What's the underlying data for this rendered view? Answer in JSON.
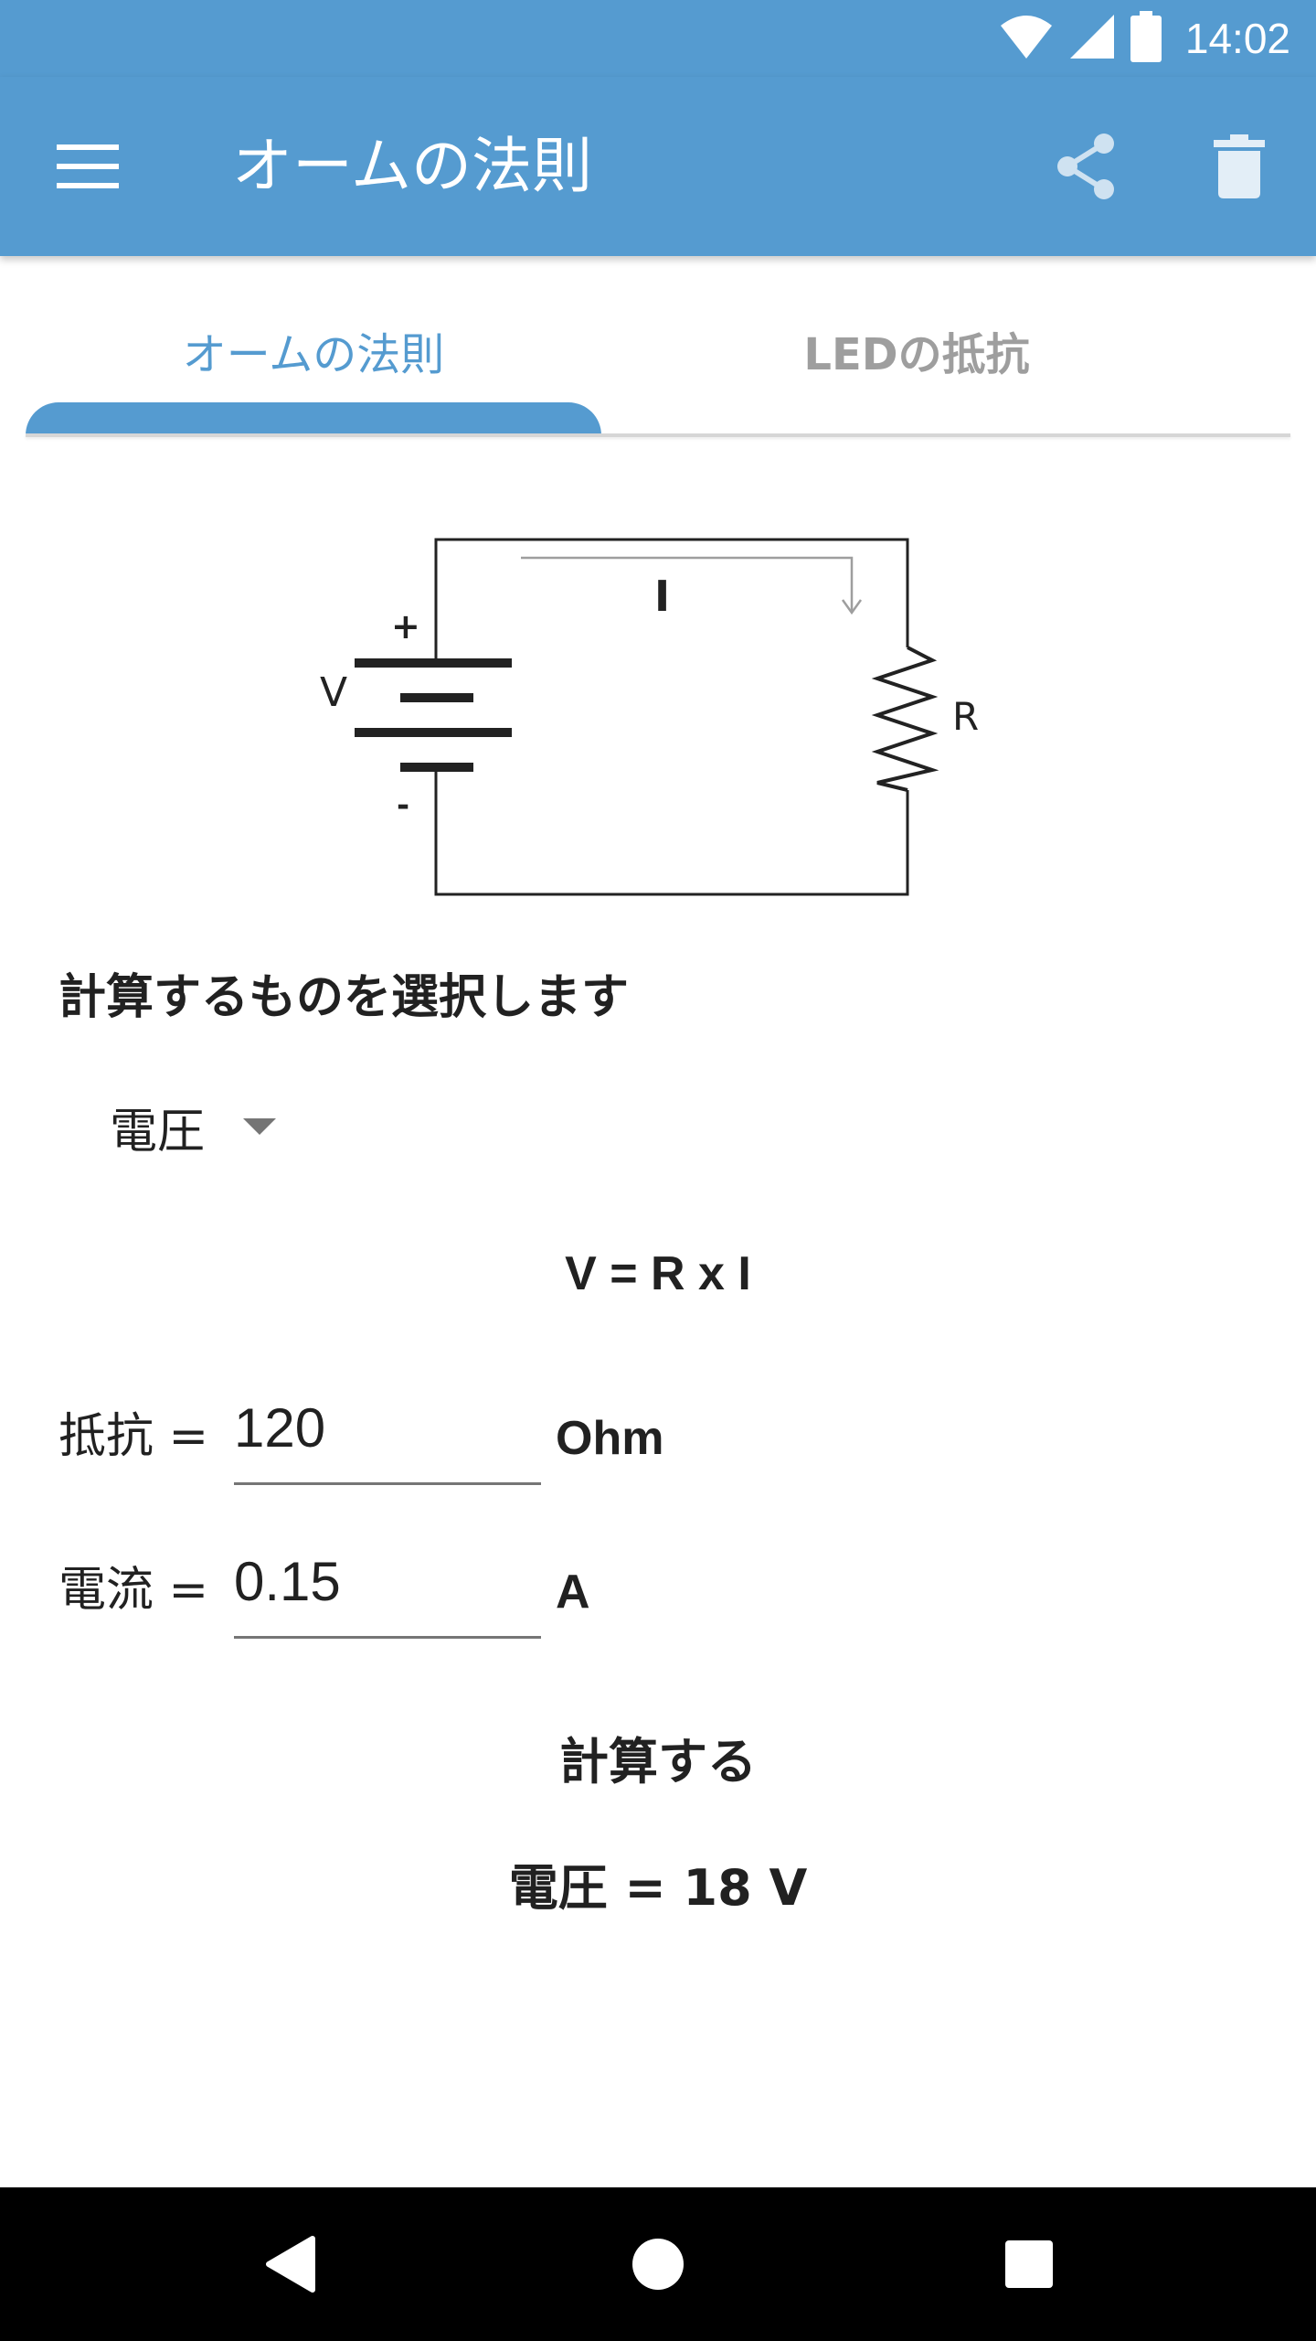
{
  "status_bar": {
    "time": "14:02",
    "icons": [
      "wifi-icon",
      "cell-signal-icon",
      "battery-icon"
    ]
  },
  "toolbar": {
    "title": "オームの法則",
    "icons": [
      "menu-icon",
      "share-icon",
      "delete-icon"
    ]
  },
  "tabs": [
    {
      "label": "オームの法則",
      "selected": true
    },
    {
      "label": "LEDの抵抗",
      "selected": false
    }
  ],
  "circuit": {
    "voltage_label": "V",
    "plus_label": "+",
    "minus_label": "-",
    "current_label": "I",
    "resistor_label": "R"
  },
  "calculator": {
    "prompt": "計算するものを選択します",
    "selected_quantity": "電圧",
    "formula": "V = R x I",
    "fields": [
      {
        "label": "抵抗 =",
        "value": "120",
        "unit": "Ohm"
      },
      {
        "label": "電流 =",
        "value": "0.15",
        "unit": "A"
      }
    ],
    "calculate_label": "計算する",
    "result": "電圧 = 18 V"
  },
  "nav_bar": {
    "icons": [
      "back-icon",
      "home-icon",
      "recents-icon"
    ]
  },
  "colors": {
    "primary": "#559bd0",
    "tab_inactive": "#9e9e9e",
    "text": "#212121",
    "nav_background": "#000000"
  }
}
